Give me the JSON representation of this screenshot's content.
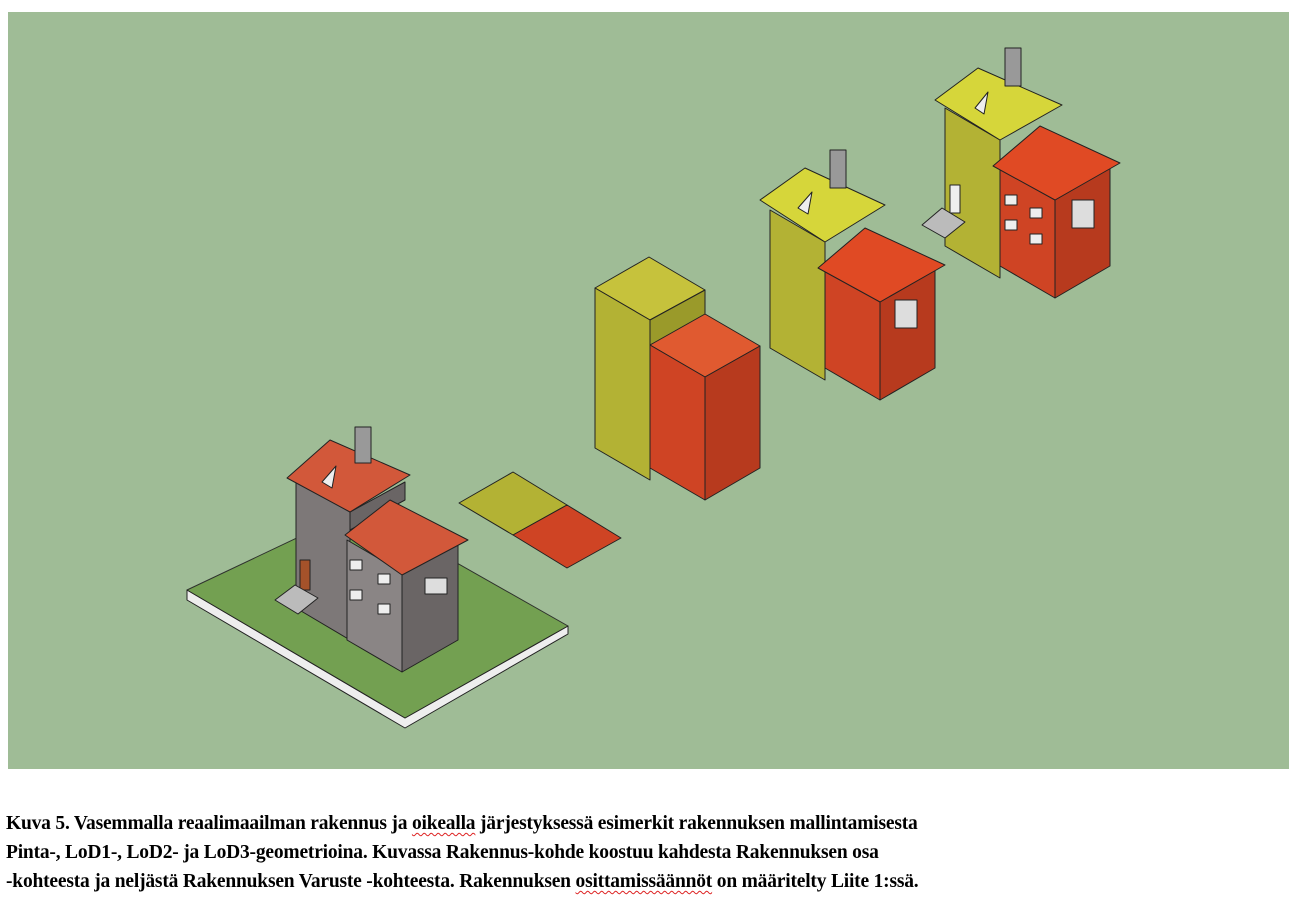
{
  "figure": {
    "colors": {
      "background": "#9fbc96",
      "part_a": "#b3b234",
      "part_b": "#cf4424",
      "real_wall": "#7d7878",
      "real_roof": "#d2583a",
      "ground": "#6f9d4a"
    }
  },
  "caption": {
    "line1_a": "Kuva 5. Vasemmalla reaalimaailman rakennus ja ",
    "line1_sp": "oikealla",
    "line1_b": " järjestyksessä esimerkit rakennuksen mallintamisesta",
    "line2": "Pinta-, LoD1-, LoD2- ja LoD3-geometrioina. Kuvassa Rakennus-kohde koostuu kahdesta Rakennuksen osa",
    "line3_a": "-kohteesta ja neljästä Rakennuksen Varuste -kohteesta. Rakennuksen ",
    "line3_sp": "osittamissäännöt",
    "line3_b": " on määritelty Liite 1:ssä."
  }
}
